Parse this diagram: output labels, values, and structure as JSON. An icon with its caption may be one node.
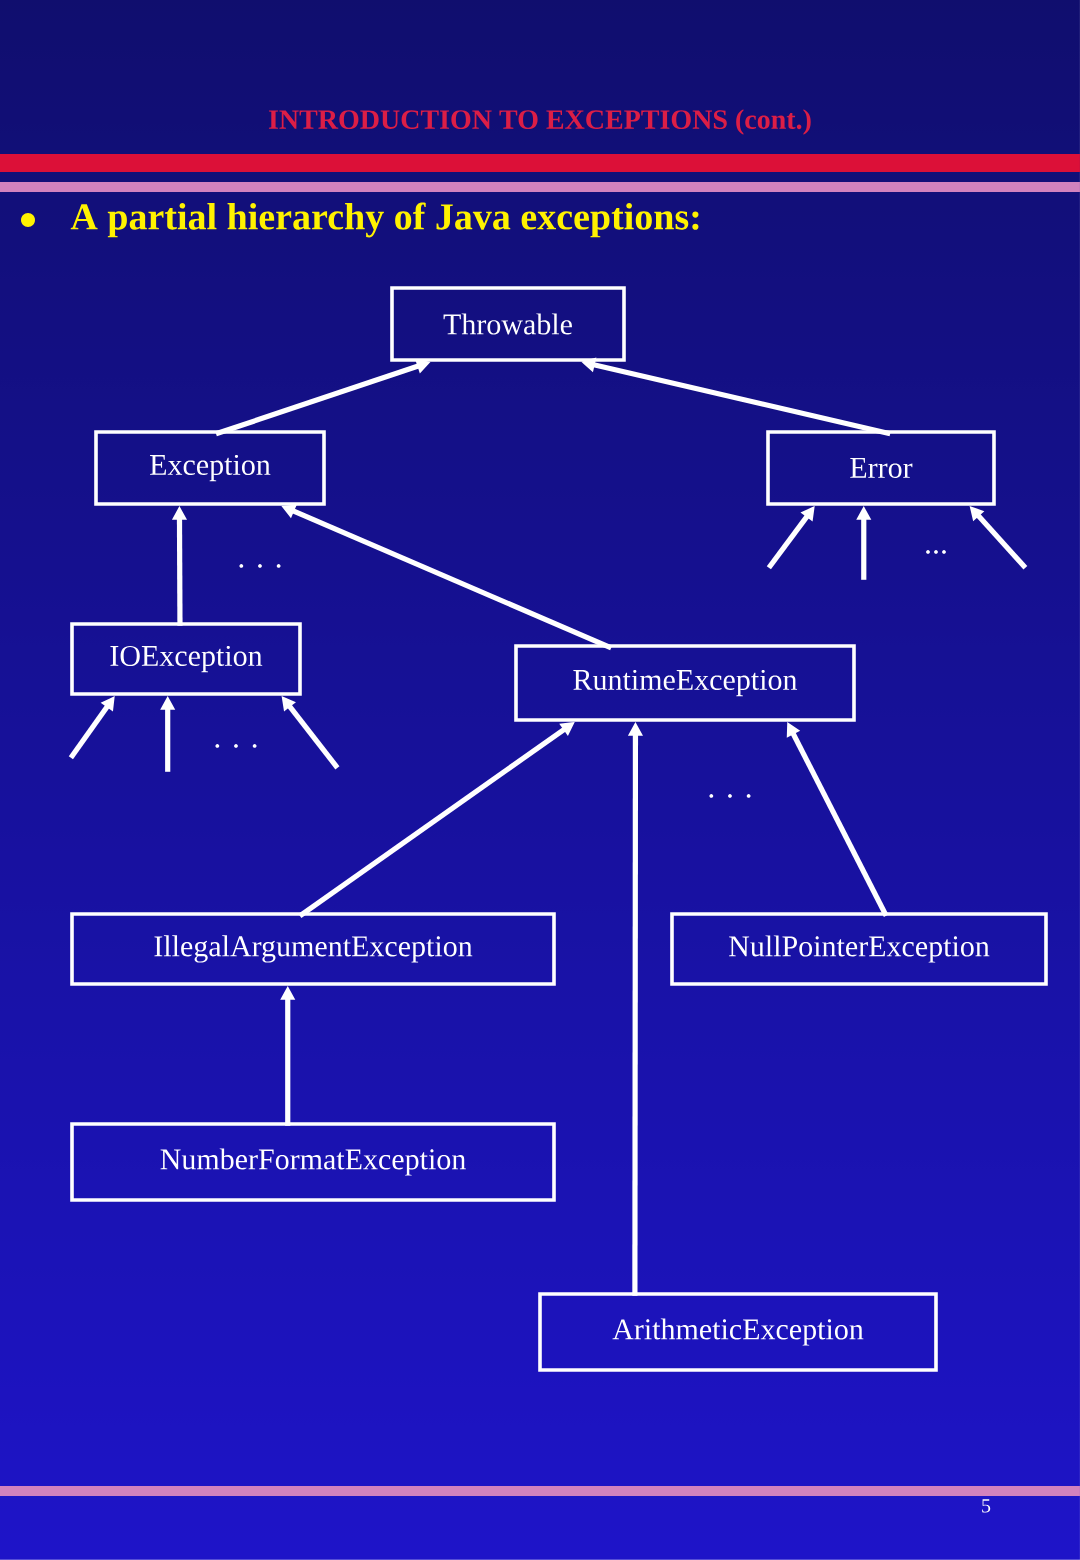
{
  "diagram": {
    "title": "INTRODUCTION TO EXCEPTIONS (cont.)",
    "nodes": [
      {
        "text": [
          "Throwable"
        ]
      },
      {
        "text": [
          "Exception"
        ]
      },
      {
        "text": [
          "Error"
        ]
      },
      {
        "text": [
          "IOException"
        ]
      },
      {
        "text": [
          "RuntimeException"
        ]
      },
      {
        "text": [
          "IllegalArgumentException"
        ]
      },
      {
        "text": [
          "NullPointerException"
        ]
      },
      {
        "text": [
          "NumberFormatException"
        ]
      },
      {
        "text": [
          "ArithmeticException"
        ]
      }
    ],
    "edges": [
      {
        "from": 1,
        "to": 0,
        "arrow": "to"
      },
      {
        "from": 2,
        "to": 0,
        "arrow": "to"
      },
      {
        "from": null,
        "to": 2,
        "arrow": "to"
      },
      {
        "from": null,
        "to": 2,
        "arrow": "to"
      },
      {
        "from": null,
        "to": 2,
        "arrow": "to"
      },
      {
        "from": 3,
        "to": 1,
        "arrow": "to"
      },
      {
        "from": 4,
        "to": 1,
        "arrow": "to"
      },
      {
        "from": null,
        "to": 3,
        "arrow": "to"
      },
      {
        "from": null,
        "to": 3,
        "arrow": "to"
      },
      {
        "from": null,
        "to": 3,
        "arrow": "to"
      },
      {
        "from": 5,
        "to": 4,
        "arrow": "to"
      },
      {
        "from": 8,
        "to": 4,
        "arrow": "to"
      },
      {
        "from": 6,
        "to": 4,
        "arrow": "to"
      },
      {
        "from": 7,
        "to": 5,
        "arrow": "to"
      }
    ],
    "labels": [
      "A partial hierarchy of Java exceptions:",
      ". . .",
      "...",
      ". . .",
      ". . .",
      "5"
    ]
  }
}
